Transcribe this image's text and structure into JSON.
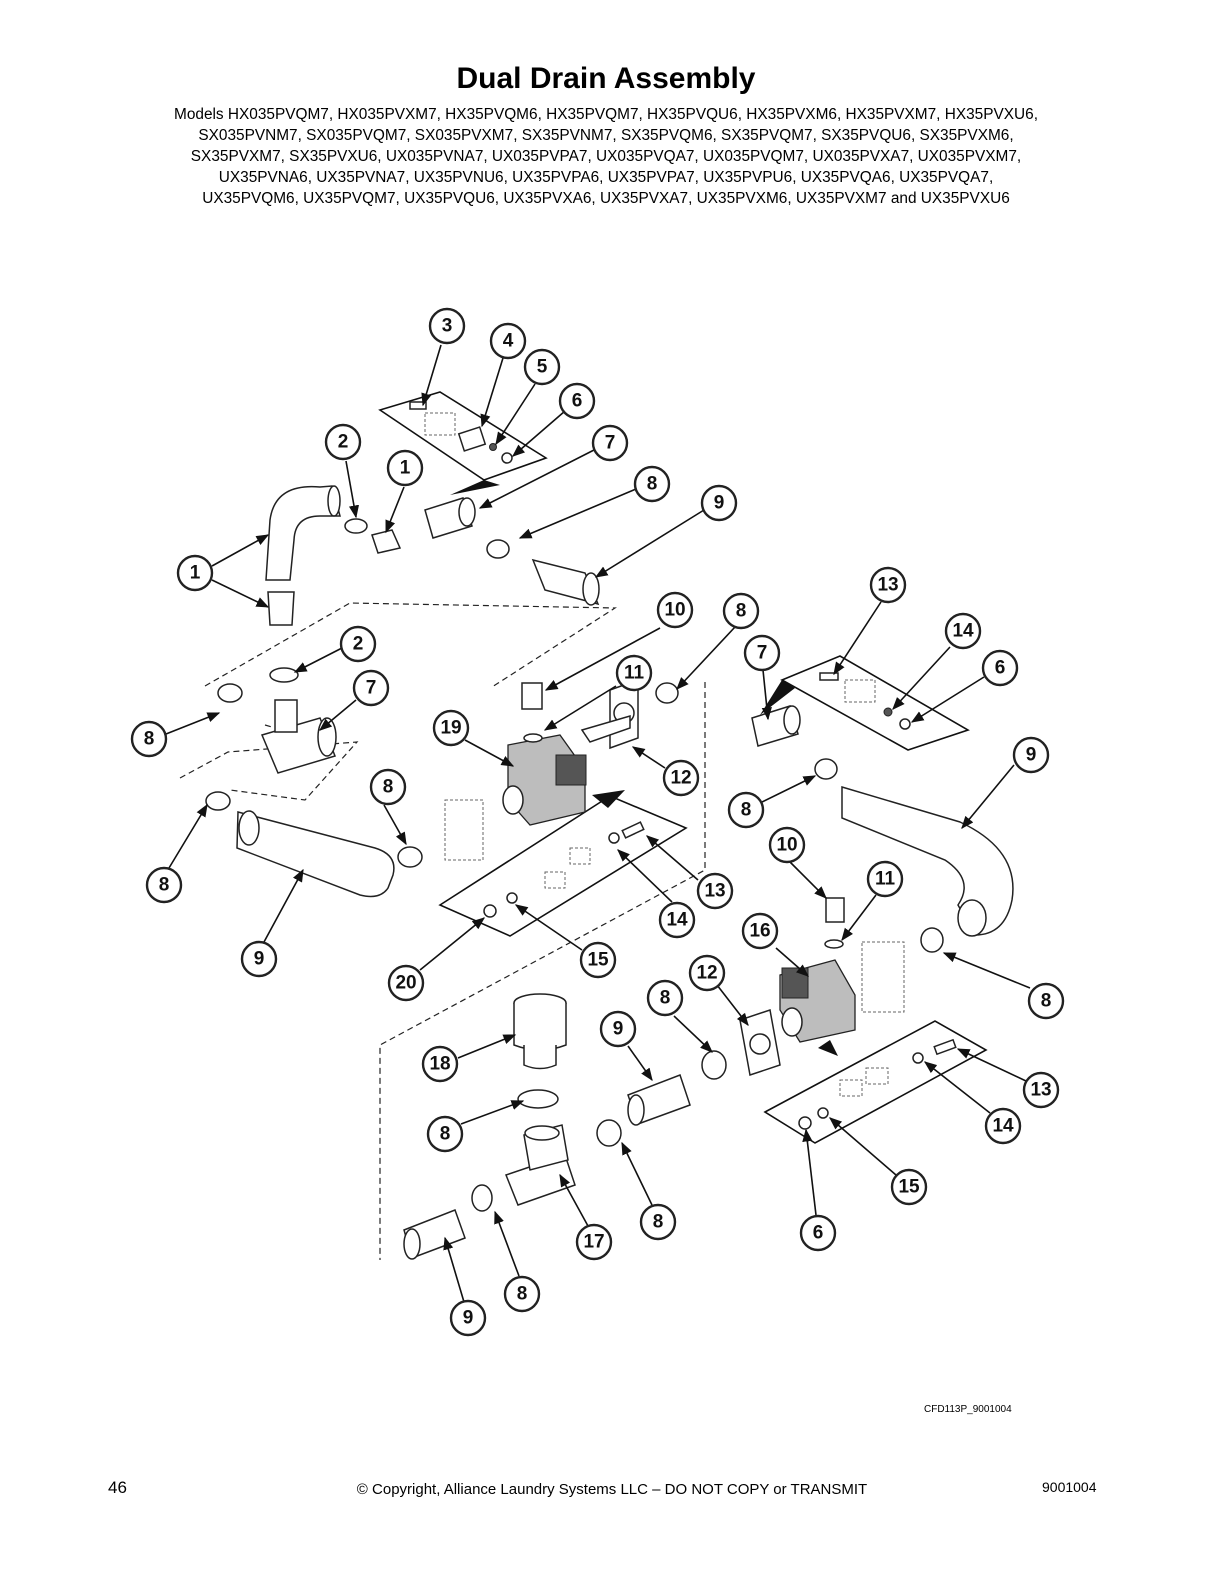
{
  "header": {
    "title": "Dual Drain Assembly",
    "models_lines": [
      "Models HX035PVQM7, HX035PVXM7, HX35PVQM6, HX35PVQM7, HX35PVQU6, HX35PVXM6, HX35PVXM7, HX35PVXU6,",
      "SX035PVNM7, SX035PVQM7, SX035PVXM7, SX35PVNM7, SX35PVQM6, SX35PVQM7, SX35PVQU6, SX35PVXM6,",
      "SX35PVXM7, SX35PVXU6, UX035PVNA7, UX035PVPA7, UX035PVQA7, UX035PVQM7, UX035PVXA7, UX035PVXM7,",
      "UX35PVNA6, UX35PVNA7, UX35PVNU6, UX35PVPA6, UX35PVPA7, UX35PVPU6, UX35PVQA6, UX35PVQA7,",
      "UX35PVQM6, UX35PVQM7, UX35PVQU6, UX35PVXA6, UX35PVXA7, UX35PVXM6, UX35PVXM7 and UX35PVXU6"
    ]
  },
  "diagram": {
    "callouts": [
      "3",
      "4",
      "5",
      "6",
      "2",
      "1",
      "7",
      "8",
      "9",
      "1",
      "2",
      "7",
      "8",
      "8",
      "9",
      "8",
      "10",
      "8",
      "11",
      "19",
      "12",
      "13",
      "14",
      "20",
      "15",
      "13",
      "14",
      "6",
      "7",
      "9",
      "8",
      "10",
      "11",
      "16",
      "12",
      "8",
      "8",
      "9",
      "18",
      "8",
      "17",
      "8",
      "8",
      "9",
      "13",
      "14",
      "15",
      "6"
    ],
    "drawing_code": "CFD113P_9001004"
  },
  "footer": {
    "page_number": "46",
    "copyright": "© Copyright, Alliance Laundry Systems LLC – DO NOT COPY or TRANSMIT",
    "doc_number": "9001004"
  }
}
